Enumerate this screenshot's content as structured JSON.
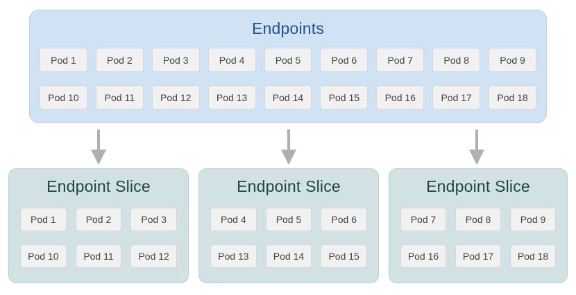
{
  "colors": {
    "page-bg": "#ffffff",
    "endpoints-bg": "#d0e2f4",
    "endpoints-border": "#bdd3ec",
    "endpoints-title": "#1f5290",
    "slice-bg": "#d2e1e3",
    "slice-border": "#b8cfd2",
    "slice-title": "#1d4649",
    "pod-bg": "#f1f1f1",
    "pod-border": "#d5d7d9",
    "pod-text": "#3f4347",
    "arrow": "#afafaf"
  },
  "endpoints": {
    "title": "Endpoints",
    "row1": [
      "Pod 1",
      "Pod 2",
      "Pod 3",
      "Pod 4",
      "Pod 5",
      "Pod 6",
      "Pod 7",
      "Pod 8",
      "Pod 9"
    ],
    "row2": [
      "Pod 10",
      "Pod 11",
      "Pod 12",
      "Pod 13",
      "Pod 14",
      "Pod 15",
      "Pod 16",
      "Pod 17",
      "Pod 18"
    ]
  },
  "slices": [
    {
      "title": "Endpoint Slice",
      "row1": [
        "Pod 1",
        "Pod 2",
        "Pod 3"
      ],
      "row2": [
        "Pod 10",
        "Pod 11",
        "Pod 12"
      ]
    },
    {
      "title": "Endpoint Slice",
      "row1": [
        "Pod 4",
        "Pod 5",
        "Pod 6"
      ],
      "row2": [
        "Pod 13",
        "Pod 14",
        "Pod 15"
      ]
    },
    {
      "title": "Endpoint Slice",
      "row1": [
        "Pod 7",
        "Pod 8",
        "Pod 9"
      ],
      "row2": [
        "Pod 16",
        "Pod 17",
        "Pod 18"
      ]
    }
  ]
}
